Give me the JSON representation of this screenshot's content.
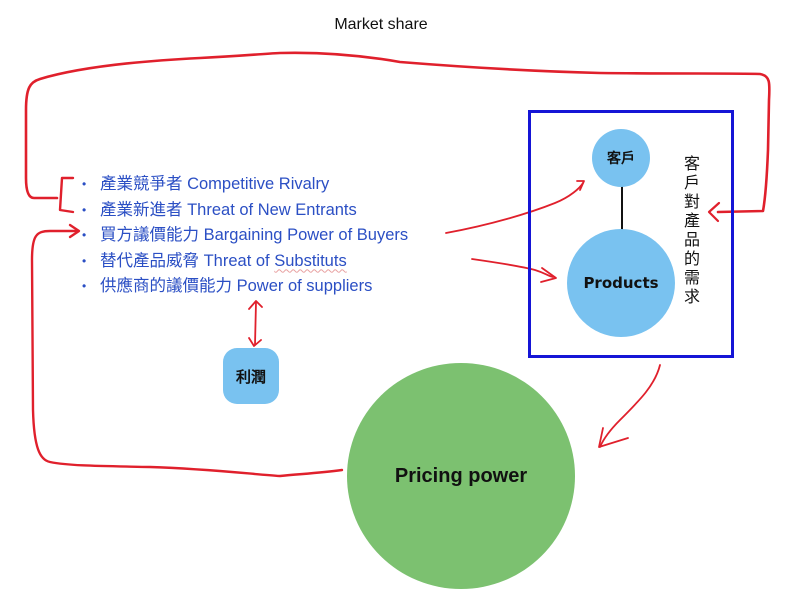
{
  "diagram": {
    "title": "Market share",
    "forces": [
      {
        "zh": "產業競爭者",
        "en": "Competitive Rivalry",
        "underline": ""
      },
      {
        "zh": "產業新進者",
        "en": "Threat of New Entrants",
        "underline": ""
      },
      {
        "zh": "買方議價能力",
        "en": "Bargaining Power of Buyers",
        "underline": ""
      },
      {
        "zh": "替代產品威脅",
        "en": "Threat of",
        "underline": "Substituts"
      },
      {
        "zh": "供應商的議價能力",
        "en": "Power of suppliers",
        "underline": ""
      }
    ],
    "bullet": "•",
    "customer_node": "客戶",
    "products_node": "Products",
    "demand_label": "客戶對產品的需求",
    "profit_node": "利潤",
    "pricing_node": "Pricing power",
    "colors": {
      "ink_red": "#e0202c",
      "force_text": "#2b4fc4",
      "box_border": "#1515d6",
      "bubble_fill": "#79c2f0",
      "pricing_fill": "#7cc170"
    }
  }
}
